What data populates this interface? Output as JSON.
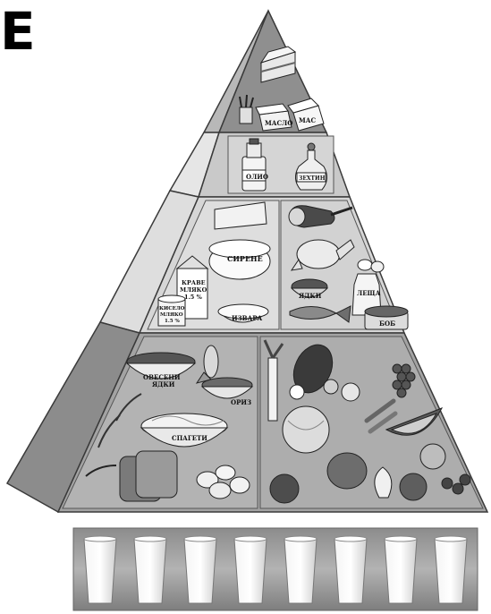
{
  "corner_letter": "E",
  "labels": {
    "maslo": "МАСЛО",
    "mas": "МАС",
    "olio": "ОЛИО",
    "zehtin": "ЗЕХТИН",
    "sirene": "СИРЕНЕ",
    "krave_1": "КРАВЕ",
    "krave_2": "МЛЯКО",
    "krave_3": "1.5 %",
    "kiselo_1": "КИСЕЛО",
    "kiselo_2": "МЛЯКО",
    "kiselo_3": "1.5 %",
    "izvara": "ИЗВАРА",
    "yadki": "ЯДКИ",
    "leshta": "ЛЕЩА",
    "bob": "БОБ",
    "ovesení_1": "ОВЕСЕНИ",
    "ovesení_2": "ЯДКИ",
    "oriz": "ОРИЗ",
    "spageti": "СПАГЕТИ"
  },
  "water_glass_count": 8,
  "colors": {
    "apex": "#8f8f8f",
    "tier2": "#c9c9c9",
    "tier3": "#d9d9d9",
    "base": "#a6a6a6",
    "side_light": "#e4e4e4",
    "side_dark": "#8a8a8a",
    "outline": "#3a3a3a",
    "water_strip": "#9a9a9a"
  }
}
